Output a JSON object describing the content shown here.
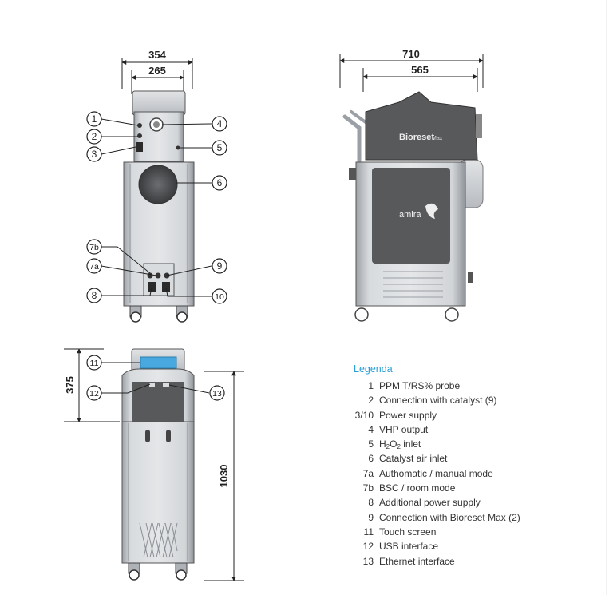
{
  "dimensions": {
    "front_width_outer": "354",
    "front_width_inner": "265",
    "side_width_outer": "710",
    "side_width_inner": "565",
    "rear_top_height": "375",
    "rear_total_height": "1030"
  },
  "callouts": [
    "1",
    "2",
    "3",
    "4",
    "5",
    "6",
    "7b",
    "7a",
    "9",
    "8",
    "10",
    "11",
    "12",
    "13"
  ],
  "product_labels": {
    "logo_name": "Bioreset",
    "logo_suffix": "Max",
    "brand": "amira"
  },
  "legend": {
    "title": "Legenda",
    "items": [
      {
        "num": "1",
        "label": "PPM T/RS% probe"
      },
      {
        "num": "2",
        "label": "Connection with catalyst (9)"
      },
      {
        "num": "3/10",
        "label": "Power supply"
      },
      {
        "num": "4",
        "label": "VHP output"
      },
      {
        "num": "5",
        "label_pre": "H",
        "label_sub": "2",
        "label_mid": "O",
        "label_sub2": "2",
        "label_post": " inlet"
      },
      {
        "num": "6",
        "label": "Catalyst air inlet"
      },
      {
        "num": "7a",
        "label": "Authomatic / manual mode"
      },
      {
        "num": "7b",
        "label": "BSC / room mode"
      },
      {
        "num": "8",
        "label": "Additional power supply"
      },
      {
        "num": "9",
        "label": "Connection with Bioreset Max (2)"
      },
      {
        "num": "11",
        "label": "Touch screen"
      },
      {
        "num": "12",
        "label": "USB interface"
      },
      {
        "num": "13",
        "label": "Ethernet interface"
      }
    ]
  },
  "colors": {
    "body_metal": "#c4c8cd",
    "dark_panel": "#58595b",
    "screen": "#4aa8e0",
    "legend_title": "#2a9fd6"
  }
}
